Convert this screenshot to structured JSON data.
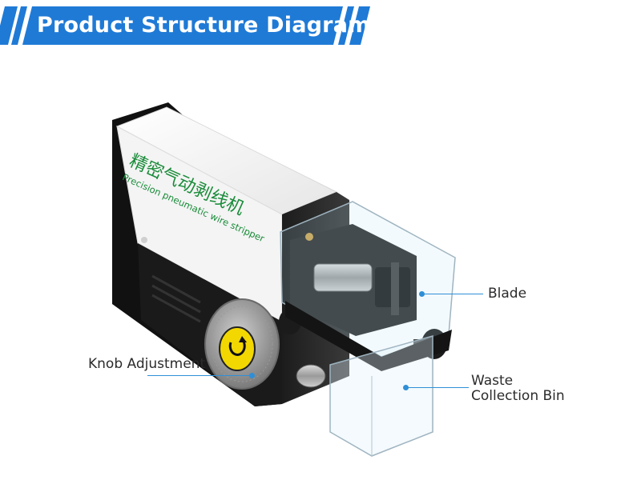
{
  "header": {
    "title": "Product Structure Diagram",
    "accent_color": "#1f7ad6"
  },
  "product": {
    "label_cn": "精密气动剥线机",
    "label_en": "Precision pneumatic wire stripper"
  },
  "callouts": {
    "blade": "Blade",
    "knob": "Knob Adjustment",
    "bin_line1": "Waste",
    "bin_line2": "Collection Bin",
    "line_color": "#2f8fd6"
  }
}
